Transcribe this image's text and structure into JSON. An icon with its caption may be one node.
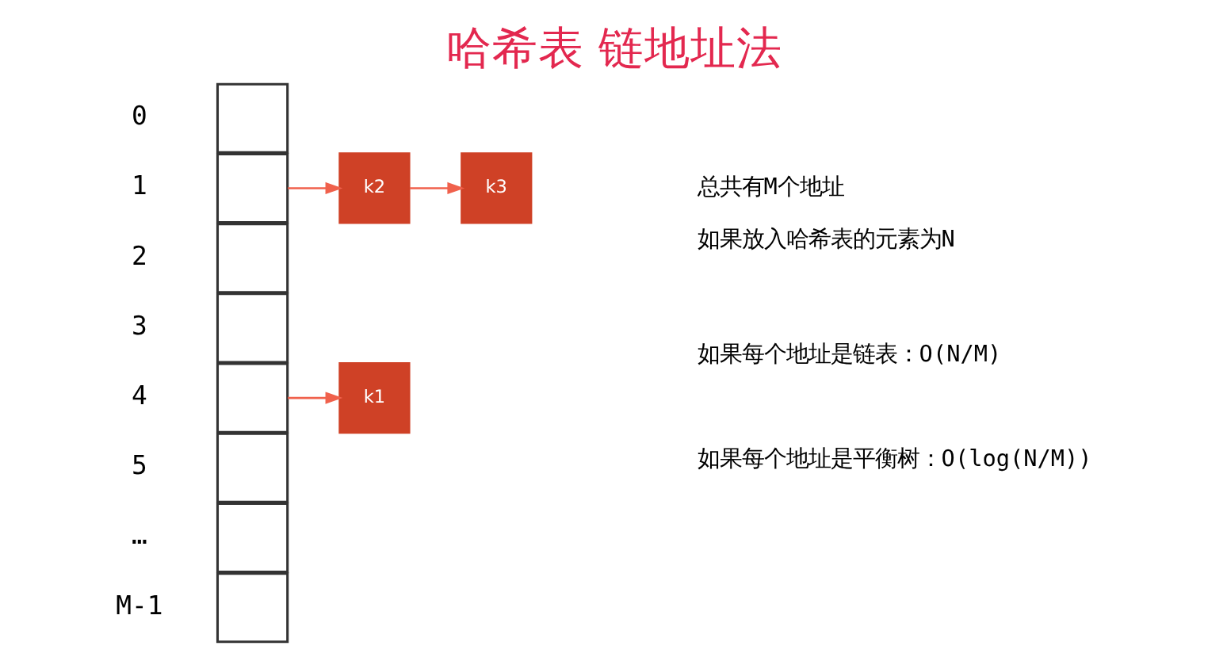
{
  "diagram": {
    "title": "哈希表 链地址法",
    "nodes": [
      {
        "text": [],
        "shape": "box",
        "beside": [
          "0"
        ]
      },
      {
        "text": [],
        "shape": "box",
        "beside": [
          "1"
        ]
      },
      {
        "text": [],
        "shape": "box",
        "beside": [
          "2"
        ]
      },
      {
        "text": [],
        "shape": "box",
        "beside": [
          "3"
        ]
      },
      {
        "text": [],
        "shape": "box",
        "beside": [
          "4"
        ]
      },
      {
        "text": [],
        "shape": "box",
        "beside": [
          "5"
        ]
      },
      {
        "text": [],
        "shape": "box",
        "beside": [
          "…"
        ]
      },
      {
        "text": [],
        "shape": "box",
        "beside": [
          "M-1"
        ]
      },
      {
        "text": [
          "k2"
        ]
      },
      {
        "text": [
          "k3"
        ]
      },
      {
        "text": [
          "k1"
        ]
      }
    ],
    "edges": [
      {
        "from": 1,
        "to": 8,
        "arrow": "to"
      },
      {
        "from": 8,
        "to": 9,
        "arrow": "to"
      },
      {
        "from": 4,
        "to": 10,
        "arrow": "to"
      }
    ],
    "labels": [
      "总共有M个地址",
      "如果放入哈希表的元素为N",
      "如果每个地址是链表：O(N/M)",
      "如果每个地址是平衡树：O(log(N/M))"
    ]
  }
}
